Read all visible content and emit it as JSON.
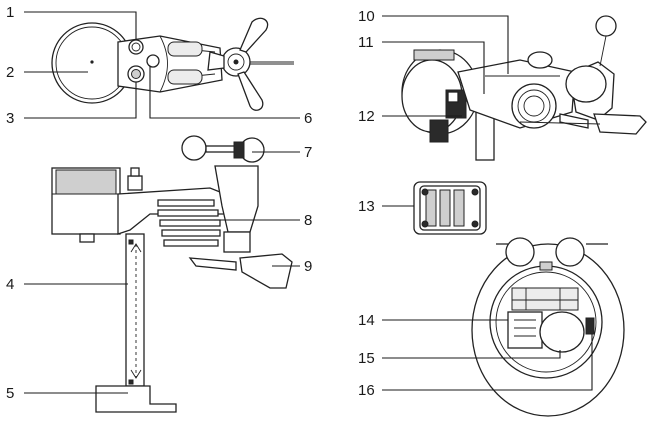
{
  "diagram": {
    "callouts": [
      "1",
      "2",
      "3",
      "4",
      "5",
      "6",
      "7",
      "8",
      "9",
      "10",
      "11",
      "12",
      "13",
      "14",
      "15",
      "16"
    ]
  },
  "colors": {
    "ink": "#1a1a1a",
    "background": "#ffffff",
    "shade": "#cfcfcf"
  }
}
